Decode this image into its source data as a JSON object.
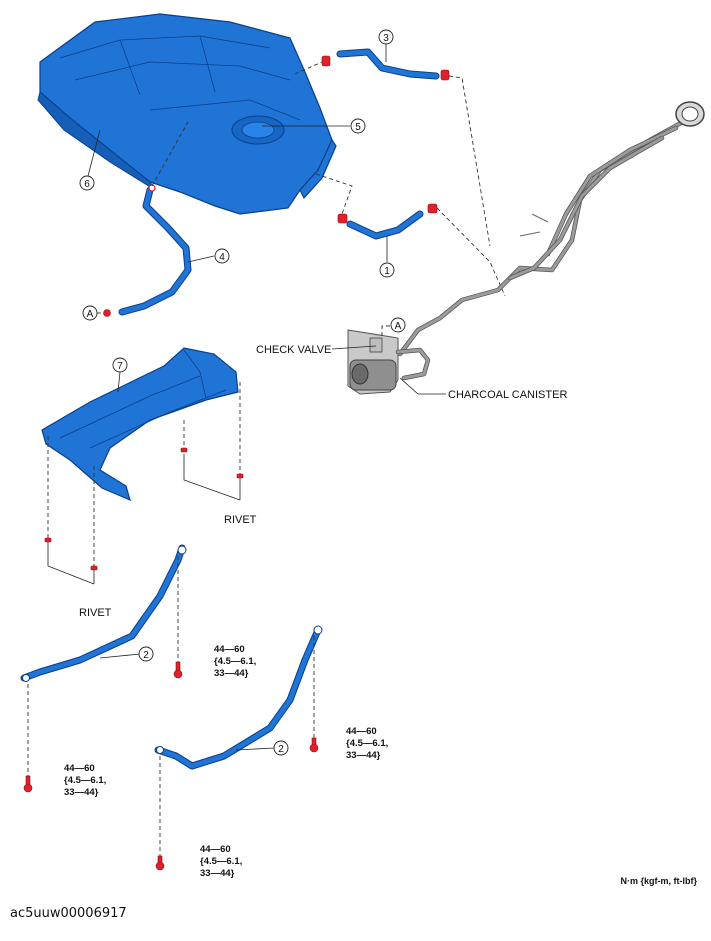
{
  "callouts": {
    "n1": "1",
    "n2a": "2",
    "n2b": "2",
    "n3": "3",
    "n4": "4",
    "n5": "5",
    "n6": "6",
    "n7": "7"
  },
  "refs": {
    "a_left": "A",
    "a_right": "A"
  },
  "labels": {
    "check_valve": "CHECK VALVE",
    "charcoal_canister": "CHARCOAL CANISTER",
    "rivet_upper": "RIVET",
    "rivet_lower": "RIVET"
  },
  "torque": {
    "t1": {
      "line1": "44—60",
      "line2": "{4.5—6.1,",
      "line3": "33—44}"
    },
    "t2": {
      "line1": "44—60",
      "line2": "{4.5—6.1,",
      "line3": "33—44}"
    },
    "t3": {
      "line1": "44—60",
      "line2": "{4.5—6.1,",
      "line3": "33—44}"
    },
    "t4": {
      "line1": "44—60",
      "line2": "{4.5—6.1,",
      "line3": "33—44}"
    }
  },
  "units_note": "N·m {kgf-m, ft-lbf}",
  "figure_id": "ac5uuw00006917"
}
